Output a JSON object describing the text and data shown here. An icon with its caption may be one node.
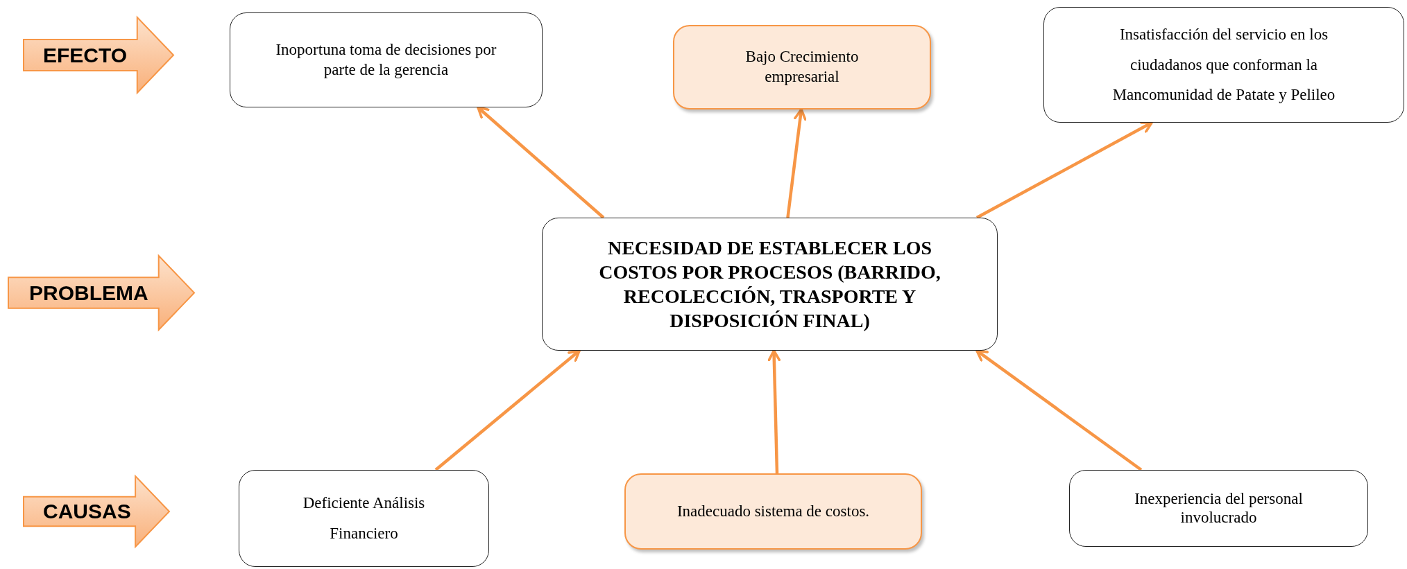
{
  "diagram": {
    "nodes": [
      {
        "text": [
          "EFECTO"
        ]
      },
      {
        "text": [
          "Inoportuna toma de decisiones por parte de la gerencia"
        ]
      },
      {
        "text": [
          "Bajo Crecimiento empresarial"
        ]
      },
      {
        "text": [
          "Insatisfacción del servicio en los ciudadanos que conforman la Mancomunidad de Patate y Pelileo"
        ]
      },
      {
        "text": [
          "PROBLEMA"
        ]
      },
      {
        "text": [
          "NECESIDAD DE ESTABLECER LOS COSTOS POR PROCESOS  (BARRIDO, RECOLECCIÓN, TRASPORTE Y DISPOSICIÓN FINAL)"
        ]
      },
      {
        "text": [
          "CAUSAS"
        ]
      },
      {
        "text": [
          "Deficiente Análisis Financiero"
        ]
      },
      {
        "text": [
          "Inadecuado sistema de costos."
        ]
      },
      {
        "text": [
          "Inexperiencia del personal involucrado"
        ]
      }
    ],
    "edges": [
      {
        "from": 5,
        "to": 1,
        "arrow": "to"
      },
      {
        "from": 5,
        "to": 2,
        "arrow": "to"
      },
      {
        "from": 5,
        "to": 3,
        "arrow": "to"
      },
      {
        "from": 7,
        "to": 5,
        "arrow": "to"
      },
      {
        "from": 8,
        "to": 5,
        "arrow": "to"
      },
      {
        "from": 9,
        "to": 5,
        "arrow": "to"
      }
    ]
  }
}
